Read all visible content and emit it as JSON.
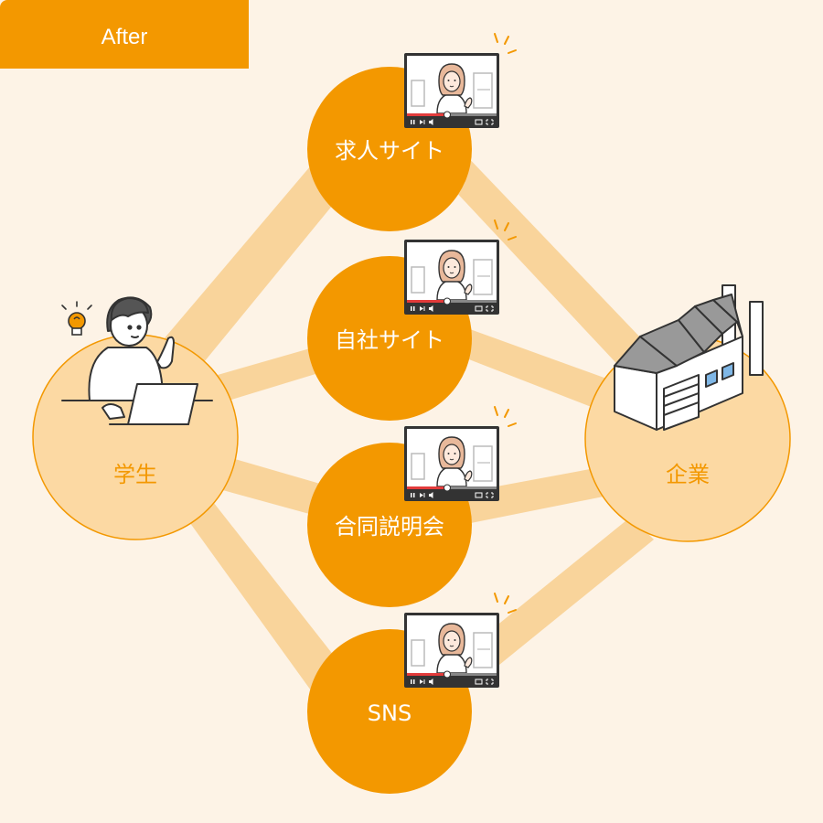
{
  "badge": {
    "label": "After"
  },
  "student": {
    "label": "学生"
  },
  "company": {
    "label": "企業"
  },
  "channels": [
    {
      "label": "求人サイト"
    },
    {
      "label": "自社サイト"
    },
    {
      "label": "合同説明会"
    },
    {
      "label": "SNS"
    }
  ],
  "colors": {
    "background": "#fdf3e6",
    "accent": "#f39800",
    "hub_fill": "#fcd9a3",
    "beam": "#f9d49b",
    "text_dark": "#333333",
    "text_light": "#ffffff"
  },
  "icons": [
    "idea-bulb-icon",
    "laptop-icon",
    "factory-icon",
    "video-player-icon",
    "sparkle-icon"
  ]
}
